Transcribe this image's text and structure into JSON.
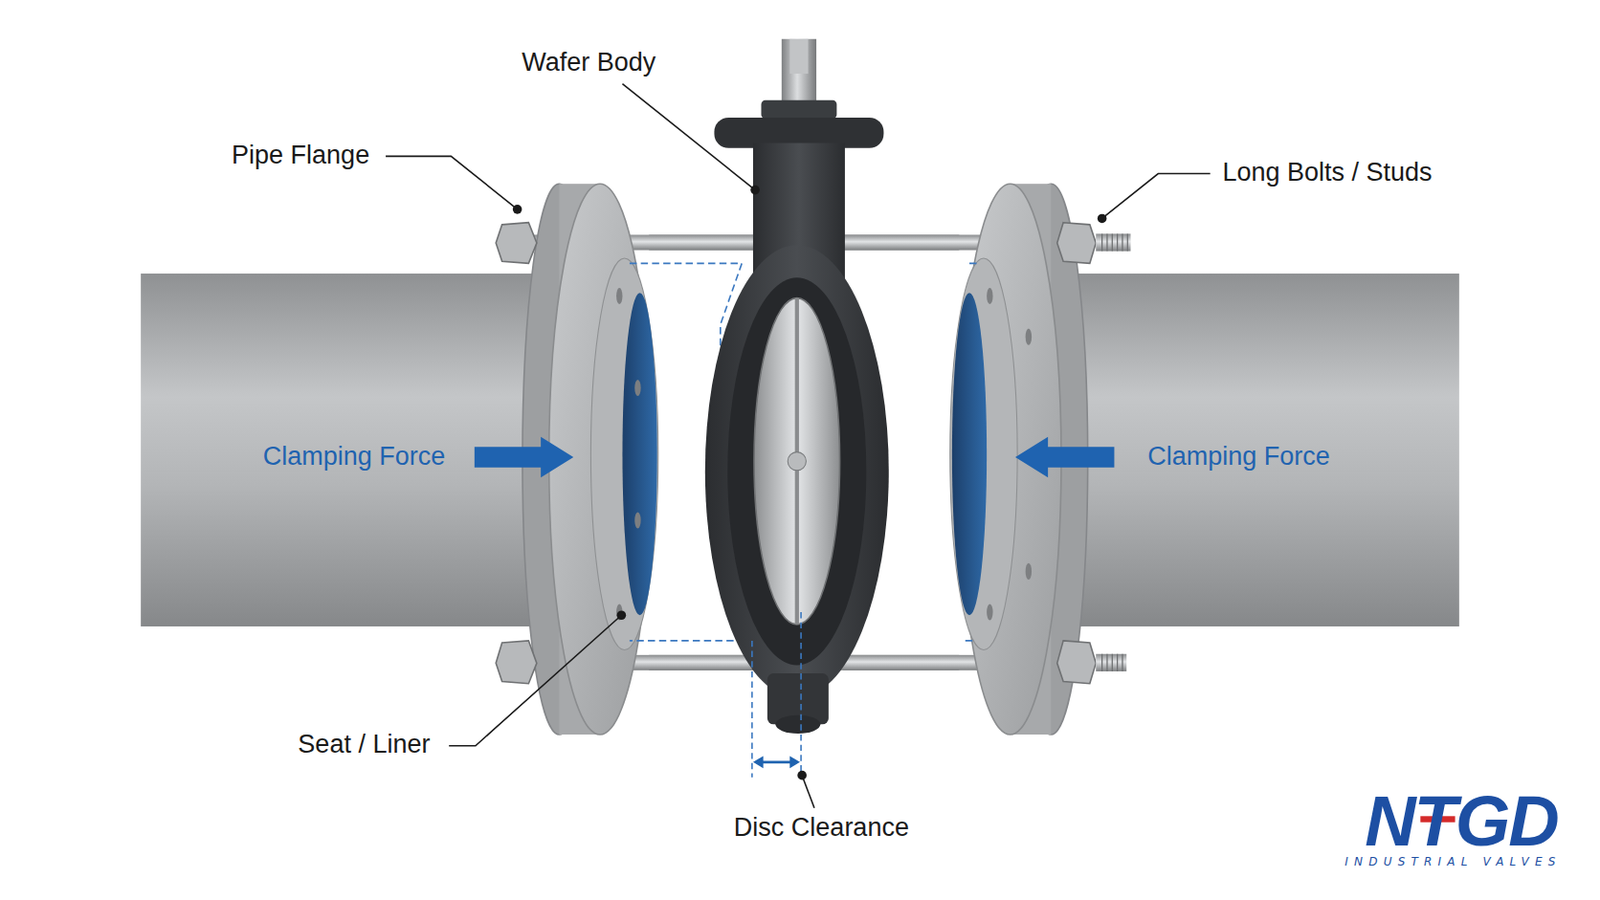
{
  "diagram": {
    "labels": [
      "Wafer Body",
      "Pipe Flange",
      "Long Bolts / Studs",
      "Clamping Force",
      "Clamping Force",
      "Seat / Liner",
      "Disc Clearance",
      "NTGD",
      "INDUSTRIAL VALVES"
    ]
  }
}
